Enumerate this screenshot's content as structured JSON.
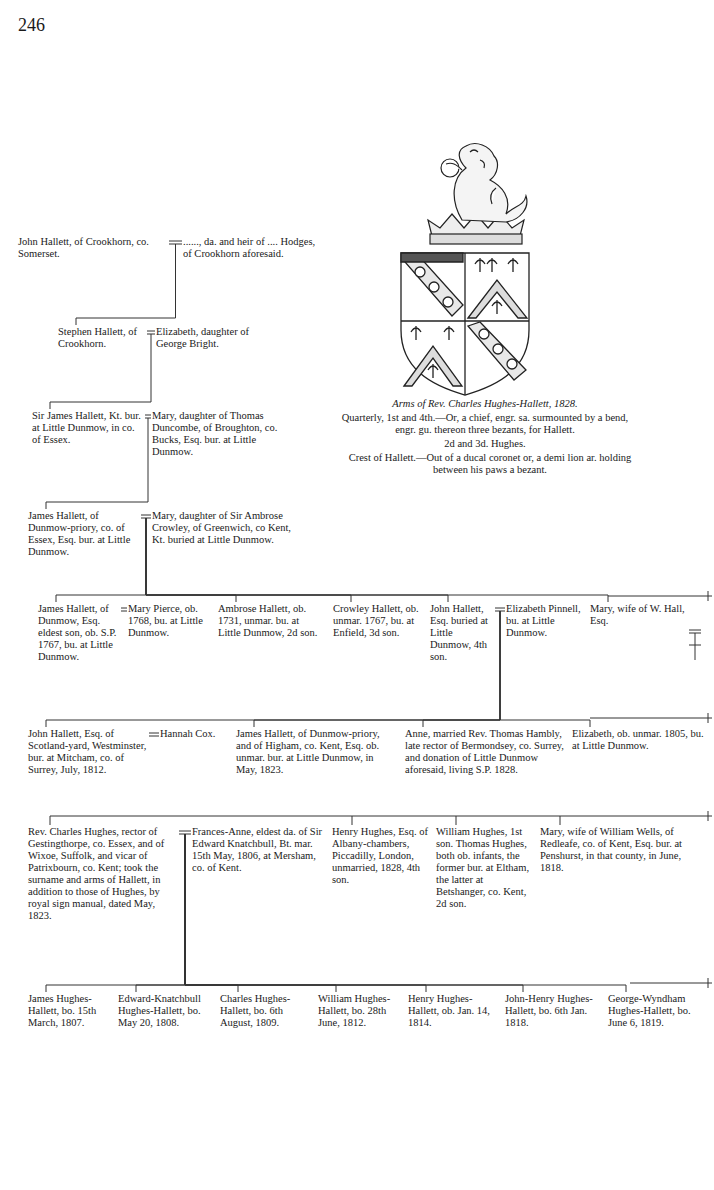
{
  "diagram": {
    "nodes": [
      {
        "text": [
          "John Hallett, of Crookhorn, co. Somerset."
        ]
      },
      {
        "text": [
          "......, da. and heir of .... Hodges, of Crookhorn aforesaid."
        ]
      },
      {
        "text": [
          "Stephen Hallett, of Crookhorn."
        ]
      },
      {
        "text": [
          "Elizabeth, daughter of George Bright."
        ]
      },
      {
        "text": [
          "Sir James Hallett, Kt. bur. at Little Dunmow, in co. of Essex."
        ]
      },
      {
        "text": [
          "Mary, daughter of Thomas Duncombe, of Broughton, co. Bucks, Esq. bur. at Little Dunmow."
        ]
      },
      {
        "text": [
          "James Hallett, of Dunmow-priory, co. of Essex, Esq. bur. at Little Dunmow."
        ]
      },
      {
        "text": [
          "Mary, daughter of Sir Ambrose Crowley, of Greenwich, co Kent, Kt. buried at Little Dunmow."
        ]
      },
      {
        "text": [
          "James Hallett, of Dunmow, Esq. eldest son, ob. S.P. 1767, bu. at Little Dunmow."
        ]
      },
      {
        "text": [
          "Mary Pierce, ob. 1768, bu. at Little Dunmow."
        ]
      },
      {
        "text": [
          "Ambrose Hallett, ob. 1731, unmar. bu. at Little Dunmow, 2d son."
        ]
      },
      {
        "text": [
          "Crowley Hallett, ob. unmar. 1767, bu. at Enfield, 3d son."
        ]
      },
      {
        "text": [
          "John Hallett, Esq. buried at Little Dunmow, 4th son."
        ]
      },
      {
        "text": [
          "Elizabeth Pinnell, bu. at Little Dunmow."
        ]
      },
      {
        "text": [
          "Mary, wife of W. Hall, Esq."
        ]
      },
      {
        "text": [
          "John Hallett, Esq. of Scotland-yard, Westminster, bur. at Mitcham, co. of Surrey, July, 1812."
        ]
      },
      {
        "text": [
          "Hannah Cox."
        ]
      },
      {
        "text": [
          "James Hallett, of Dunmow-priory, and of Higham, co. Kent, Esq. ob. unmar. bur. at Little Dunmow, in May, 1823."
        ]
      },
      {
        "text": [
          "Anne, married Rev. Thomas Hambly, late rector of Bermondsey, co. Surrey, and donation of Little Dunmow aforesaid, living S.P. 1828."
        ]
      },
      {
        "text": [
          "Elizabeth, ob. unmar. 1805, bu. at Little Dunmow."
        ]
      },
      {
        "text": [
          "Rev. Charles Hughes, rector of Gestingthorpe, co. Essex, and of Wixoe, Suffolk, and vicar of Patrixbourn, co. Kent; took the surname and arms of Hallett, in addition to those of Hughes, by royal sign manual, dated May, 1823."
        ]
      },
      {
        "text": [
          "Frances-Anne, eldest da. of Sir Edward Knatchbull, Bt. mar. 15th May, 1806, at Mersham, co. of Kent."
        ]
      },
      {
        "text": [
          "Henry Hughes, Esq. of Albany-chambers, Piccadilly, London, unmarried, 1828, 4th son."
        ]
      },
      {
        "text": [
          "William Hughes, 1st son. Thomas Hughes, both ob. infants, the former bur. at Eltham, the latter at Betshanger, co. Kent, 2d son."
        ]
      },
      {
        "text": [
          "Mary, wife of William Wells, of Redleafe, co. of Kent, Esq. bur. at Penshurst, in that county, in June, 1818."
        ]
      },
      {
        "text": [
          "James Hughes-Hallett, bo. 15th March, 1807."
        ]
      },
      {
        "text": [
          "Edward-Knatchbull Hughes-Hallett, bo. May 20, 1808."
        ]
      },
      {
        "text": [
          "Charles Hughes-Hallett, bo. 6th August, 1809."
        ]
      },
      {
        "text": [
          "William Hughes-Hallett, bo. 28th June, 1812."
        ]
      },
      {
        "text": [
          "Henry Hughes-Hallett, ob. Jan. 14, 1814."
        ]
      },
      {
        "text": [
          "John-Henry Hughes-Hallett, bo. 6th Jan. 1818."
        ]
      },
      {
        "text": [
          "George-Wyndham Hughes-Hallett, bo. June 6, 1819."
        ]
      }
    ],
    "edges": [
      {
        "from": 0,
        "to": 1,
        "arrow": "none"
      },
      {
        "from": 0,
        "to": 2,
        "arrow": "none"
      },
      {
        "from": 2,
        "to": 3,
        "arrow": "none"
      },
      {
        "from": 2,
        "to": 4,
        "arrow": "none"
      },
      {
        "from": 4,
        "to": 5,
        "arrow": "none"
      },
      {
        "from": 4,
        "to": 6,
        "arrow": "none"
      },
      {
        "from": 6,
        "to": 7,
        "arrow": "none"
      },
      {
        "from": 6,
        "to": 8,
        "arrow": "none"
      },
      {
        "from": 6,
        "to": 10,
        "arrow": "none"
      },
      {
        "from": 6,
        "to": 11,
        "arrow": "none"
      },
      {
        "from": 6,
        "to": 12,
        "arrow": "none"
      },
      {
        "from": 6,
        "to": 14,
        "arrow": "none"
      },
      {
        "from": 8,
        "to": 9,
        "arrow": "none"
      },
      {
        "from": 12,
        "to": 13,
        "arrow": "none"
      },
      {
        "from": 12,
        "to": 15,
        "arrow": "none"
      },
      {
        "from": 12,
        "to": 17,
        "arrow": "none"
      },
      {
        "from": 12,
        "to": 18,
        "arrow": "none"
      },
      {
        "from": 12,
        "to": 19,
        "arrow": "none"
      },
      {
        "from": 15,
        "to": 16,
        "arrow": "none"
      },
      {
        "from": 20,
        "to": 21,
        "arrow": "none"
      },
      {
        "from": 20,
        "to": 25,
        "arrow": "none"
      },
      {
        "from": 20,
        "to": 26,
        "arrow": "none"
      },
      {
        "from": 20,
        "to": 27,
        "arrow": "none"
      },
      {
        "from": 20,
        "to": 28,
        "arrow": "none"
      },
      {
        "from": 20,
        "to": 29,
        "arrow": "none"
      },
      {
        "from": 20,
        "to": 30,
        "arrow": "none"
      },
      {
        "from": 20,
        "to": 31,
        "arrow": "none"
      }
    ],
    "labels": [
      "246",
      "Arms of Rev. Charles Hughes-Hallett, 1828.",
      "Quarterly, 1st and 4th.—Or, a chief, engr. sa. surmounted by a bend, engr. gu. thereon three bezants, for Hallett.",
      "2d and 3d. Hughes.",
      "Crest of Hallett.—Out of a ducal coronet or, a demi lion ar. holding between his paws a bezant."
    ]
  }
}
